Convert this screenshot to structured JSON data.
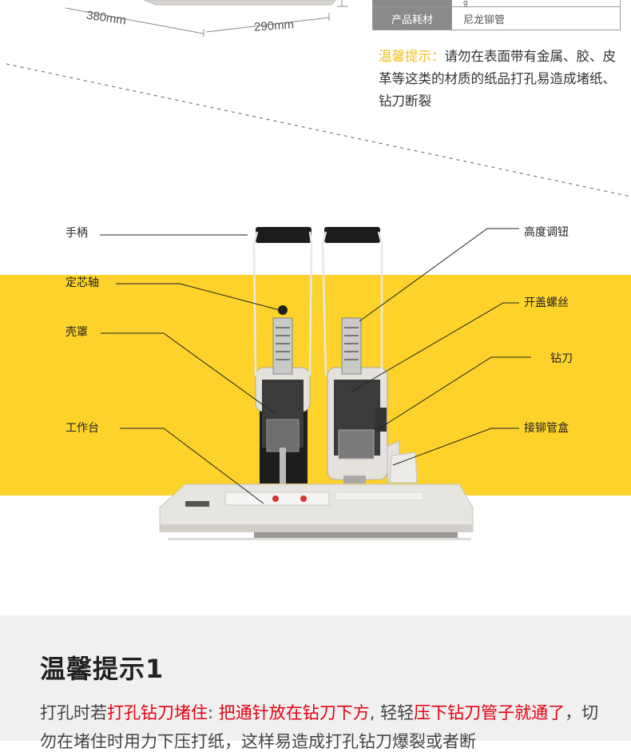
{
  "dimensions": {
    "depth": "380mm",
    "width": "290mm"
  },
  "spec_table": {
    "partial_row_value": "g",
    "row_label": "产品耗材",
    "row_value": "尼龙铆管"
  },
  "tip": {
    "label": "温馨提示：",
    "text": "请勿在表面带有金属、胶、皮革等这类的材质的纸品打孔易造成堵纸、钻刀断裂"
  },
  "callouts": {
    "handle": "手柄",
    "core_shaft": "定芯轴",
    "shell": "壳罩",
    "worktable": "工作台",
    "height_knob": "高度调钮",
    "cover_screw": "开盖螺丝",
    "drill": "钻刀",
    "rivet_box": "接铆管盒"
  },
  "colors": {
    "band": "#fdd22a",
    "tip_highlight": "#f3c21c",
    "warning_red": "#e60012"
  },
  "notice": {
    "title": "温馨提示1",
    "p1": "打孔时若",
    "r1": "打孔钻刀堵住",
    "p2": ": ",
    "r2": "把通针放在钻刀下方",
    "p3": ", 轻轻",
    "r3": "压下钻刀管子就通了",
    "p4": "，切勿在堵住时用力下压打纸，这样易造成打孔钻刀爆裂或者断"
  }
}
